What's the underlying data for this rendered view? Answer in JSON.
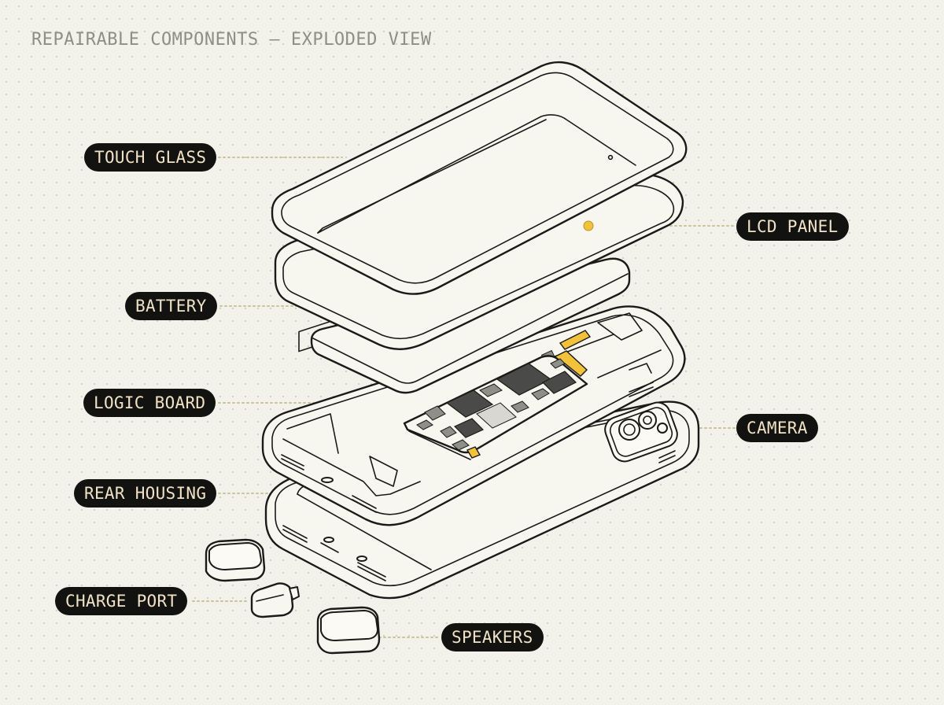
{
  "title": "REPAIRABLE COMPONENTS – EXPLODED VIEW",
  "labels": {
    "touch_glass": "TOUCH GLASS",
    "lcd_panel": "LCD PANEL",
    "battery": "BATTERY",
    "logic_board": "LOGIC BOARD",
    "camera": "CAMERA",
    "rear_housing": "REAR HOUSING",
    "charge_port": "CHARGE PORT",
    "speakers": "SPEAKERS"
  },
  "colors": {
    "background": "#f3f2ea",
    "line": "#1a1a19",
    "label_bg": "#121211",
    "label_text": "#f1e2c5",
    "accent": "#f2c23a",
    "leader": "#c8c39a"
  }
}
